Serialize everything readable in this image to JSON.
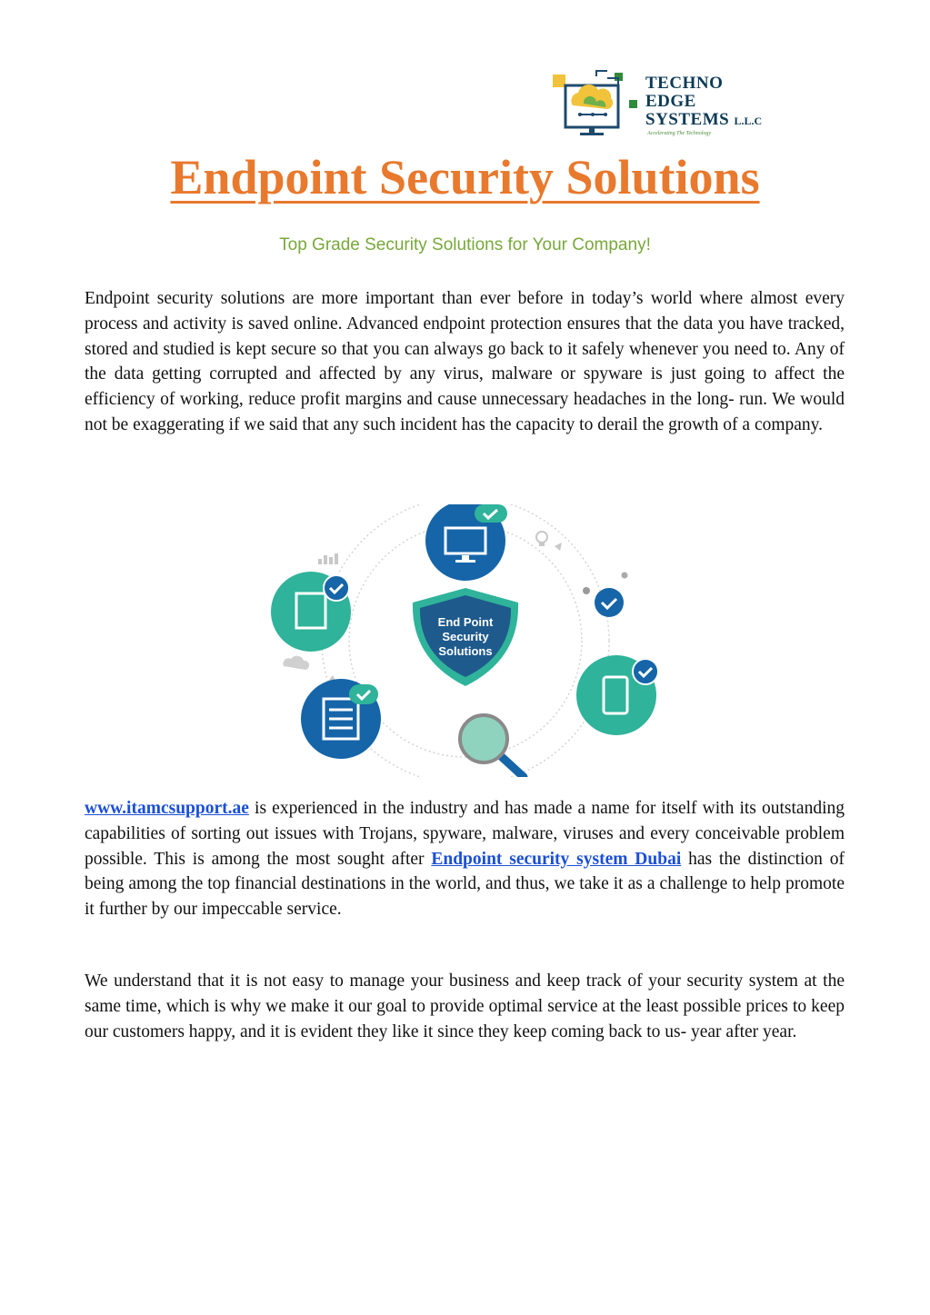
{
  "logo": {
    "line1": "TECHNO",
    "line2": "EDGE",
    "line3": "SYSTEMS",
    "suffix": "L.L.C",
    "tagline": "Accelerating The Technology"
  },
  "title": "Endpoint Security Solutions",
  "subtitle": "Top Grade Security Solutions for Your Company!",
  "paragraph1": "Endpoint security solutions are more important than ever before in today’s world where almost every process and activity is saved online. Advanced endpoint protection ensures that the data you have tracked, stored and studied is kept secure so that you can always go back to it safely whenever you need to. Any of the data getting corrupted and affected by any virus, malware or spyware is just going to affect the efficiency of working, reduce profit margins and cause unnecessary headaches in the long- run. We would not be exaggerating if we said that any such incident has the capacity to derail the growth of a company.",
  "diagram": {
    "shield_line1": "End Point",
    "shield_line2": "Security",
    "shield_line3": "Solutions",
    "colors": {
      "blue": "#1565a8",
      "green": "#2fb39a",
      "shield_outer": "#2fb39a",
      "shield_inner": "#1e5a8c",
      "check": "#1565a8"
    }
  },
  "paragraph2": {
    "link1": "www.itamcsupport.ae",
    "text1": " is experienced in the industry and has made a name for itself with its outstanding capabilities of sorting out issues with Trojans, spyware, malware, viruses and every conceivable problem possible. This is among the most sought after ",
    "link2": "Endpoint security system Dubai",
    "text2": " has the distinction of being among the top financial destinations in the world, and thus, we take it as a challenge to help promote it further by our impeccable service."
  },
  "paragraph3": "We understand that it is not easy to manage your business and keep track of your security system at the same time, which is why we make it our goal to provide optimal service at the least possible prices to keep our customers happy, and it is evident they like it since they keep coming back to us- year after year."
}
